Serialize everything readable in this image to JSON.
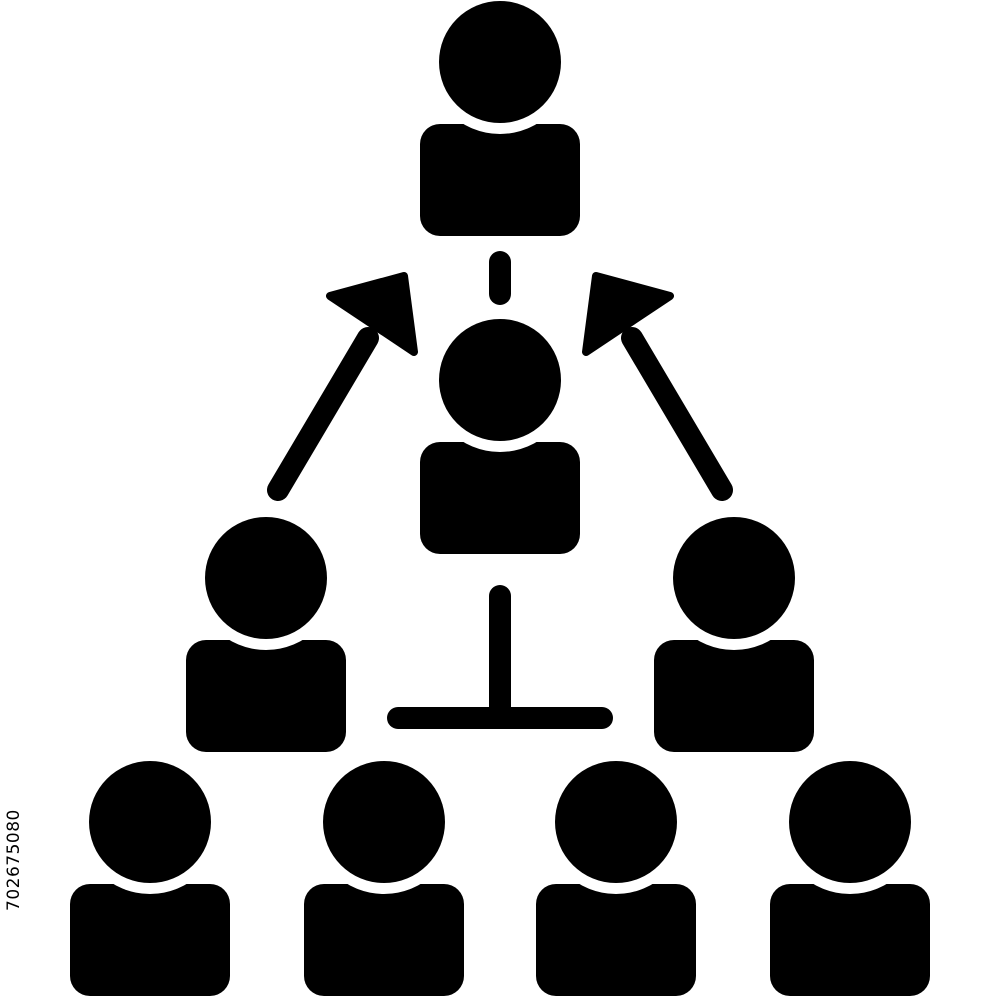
{
  "diagram": {
    "palette": {
      "figure": "#000000",
      "background": "#ffffff"
    },
    "icon": "hierarchy-network-icon",
    "people": [
      {
        "id": "top-person",
        "role": "leader"
      },
      {
        "id": "center-person",
        "role": "manager"
      },
      {
        "id": "mid-left-person",
        "role": "team-member"
      },
      {
        "id": "mid-right-person",
        "role": "team-member"
      },
      {
        "id": "bottom-person-1",
        "role": "staff"
      },
      {
        "id": "bottom-person-2",
        "role": "staff"
      },
      {
        "id": "bottom-person-3",
        "role": "staff"
      },
      {
        "id": "bottom-person-4",
        "role": "staff"
      }
    ],
    "connectors": [
      {
        "from": "center-person",
        "to": "top-person",
        "kind": "line"
      },
      {
        "from": "mid-left-person",
        "to": "top-person",
        "kind": "arrow"
      },
      {
        "from": "mid-right-person",
        "to": "top-person",
        "kind": "arrow"
      },
      {
        "from": "center-person",
        "to": "team",
        "kind": "t-connector"
      }
    ]
  },
  "watermark": {
    "stock_id": "702675080"
  }
}
